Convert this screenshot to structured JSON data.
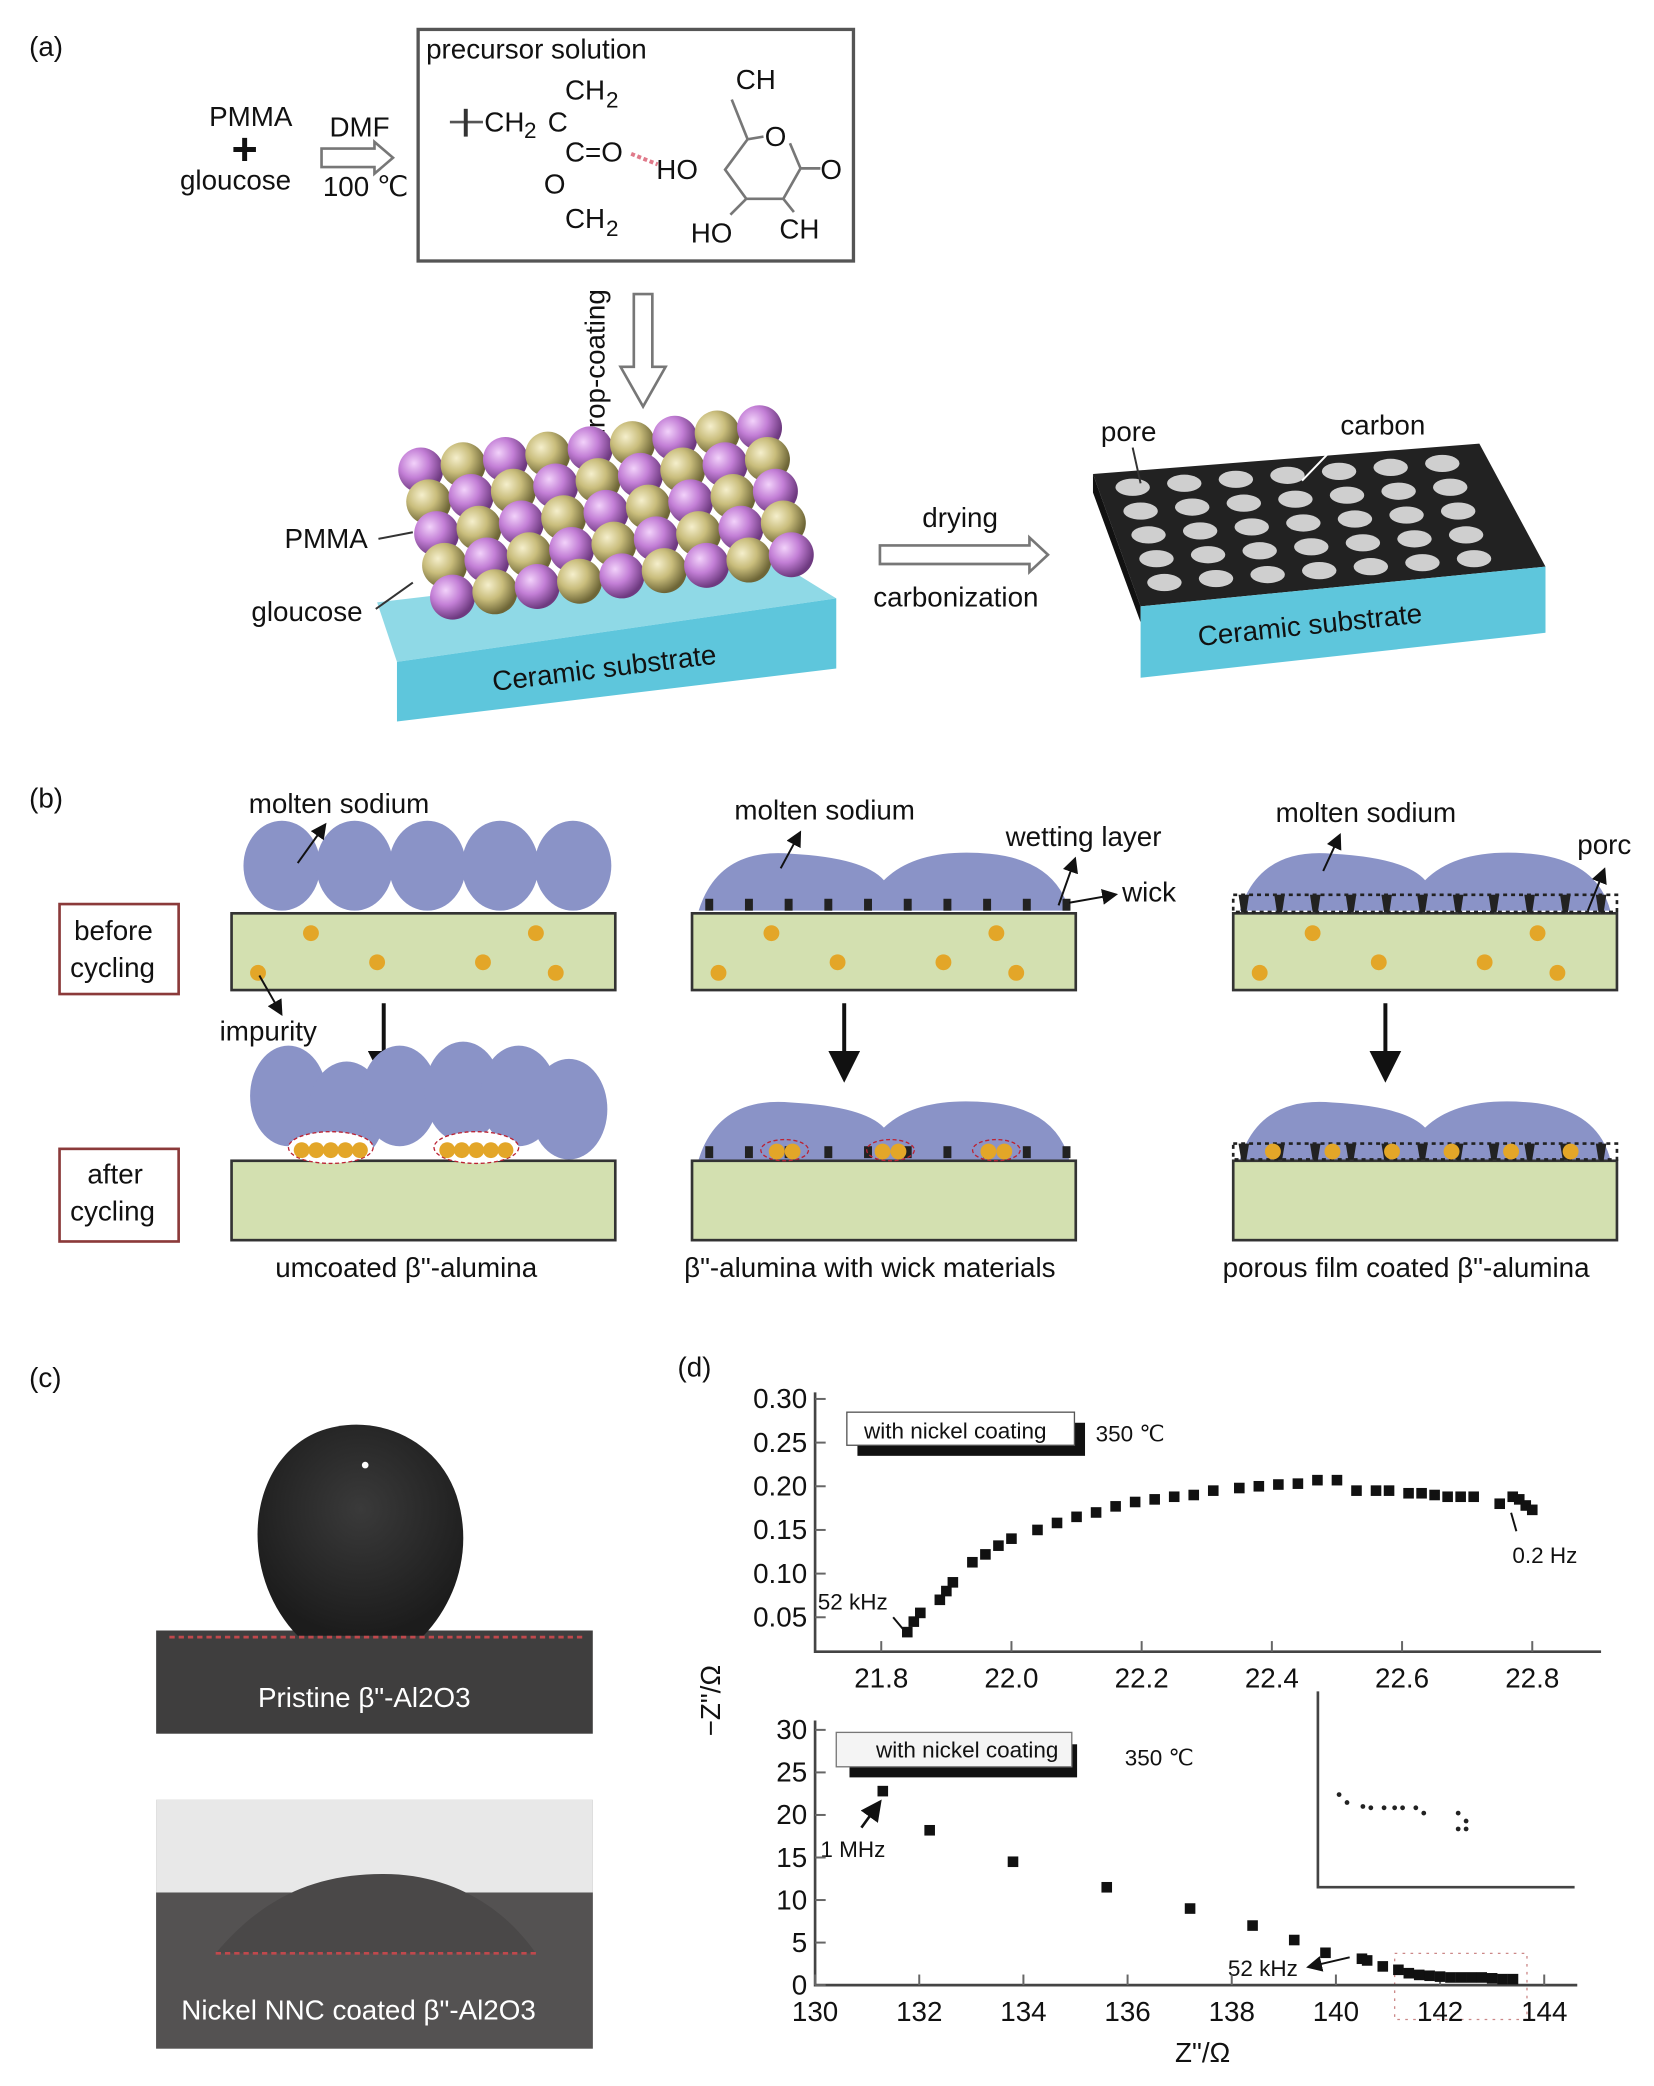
{
  "panel_a": {
    "label": "(a)",
    "reactant1": "PMMA",
    "reactant2": "gloucose",
    "solvent": "DMF",
    "temperature": "100 ℃",
    "box_title": "precursor solution",
    "chem": {
      "ch2_top": "CH",
      "ch2_chain": "CH",
      "c": "C",
      "co": "C=O",
      "o": "O",
      "ch2_bottom": "CH",
      "sub2": "2",
      "ch_top": "CH",
      "ring_o": "O",
      "ho1": "HO",
      "keto_o": "O",
      "ho2": "HO",
      "ch_bottom": "CH"
    },
    "step1": "drop-coating",
    "pmma_label": "PMMA",
    "glucose_label": "gloucose",
    "substrate_left": "Ceramic substrate",
    "step2_top": "drying",
    "step2_bottom": "carbonization",
    "pore_label": "pore",
    "carbon_label": "carbon",
    "substrate_right": "Ceramic substrate",
    "colors": {
      "pmma": "#c37fd6",
      "glucose": "#c9bd7c",
      "substrate": "#5ec6dc",
      "carbon": "#222222",
      "pore": "#cfcfcf"
    }
  },
  "panel_b": {
    "label": "(b)",
    "before": [
      "before",
      "cycling"
    ],
    "after": [
      "after",
      "cycling"
    ],
    "col1": {
      "sodium": "molten sodium",
      "impurity": "impurity",
      "caption": "umcoated β\"-alumina"
    },
    "col2": {
      "sodium": "molten sodium",
      "wetting": "wetting layer",
      "wick": "wick",
      "caption": "β\"-alumina with wick materials"
    },
    "col3": {
      "sodium": "molten sodium",
      "pore": "porc",
      "caption": "porous film coated β\"-alumina"
    },
    "colors": {
      "sodium": "#8a93c7",
      "electrolyte": "#d3e0b0",
      "impurity": "#e3a628",
      "box_border": "#8b3a3a"
    }
  },
  "panel_c": {
    "label": "(c)",
    "top_caption": "Pristine β\"-Al2O3",
    "bottom_caption": "Nickel NNC coated β\"-Al2O3"
  },
  "panel_d": {
    "label": "(d)",
    "ylabel": "−Z\"/Ω",
    "xlabel": "Z\"/Ω"
  },
  "chart_data": [
    {
      "type": "scatter",
      "legend": "with nickel coating",
      "annotation_temp": "350 ℃",
      "annotations": [
        "52 kHz",
        "0.2 Hz"
      ],
      "xlim": [
        21.7,
        22.9
      ],
      "ylim": [
        0,
        0.3
      ],
      "xticks": [
        "21.8",
        "22.0",
        "22.2",
        "22.4",
        "22.6",
        "22.8"
      ],
      "yticks": [
        "0.05",
        "0.10",
        "0.15",
        "0.20",
        "0.25",
        "0.30"
      ],
      "x": [
        21.84,
        21.85,
        21.86,
        21.89,
        21.9,
        21.91,
        21.94,
        21.96,
        21.98,
        22.0,
        22.04,
        22.07,
        22.1,
        22.13,
        22.16,
        22.19,
        22.22,
        22.25,
        22.28,
        22.31,
        22.35,
        22.38,
        22.41,
        22.44,
        22.47,
        22.5,
        22.53,
        22.56,
        22.58,
        22.61,
        22.63,
        22.65,
        22.67,
        22.69,
        22.71,
        22.75,
        22.77,
        22.78,
        22.79,
        22.8
      ],
      "y": [
        0.033,
        0.045,
        0.055,
        0.07,
        0.08,
        0.09,
        0.113,
        0.122,
        0.132,
        0.14,
        0.15,
        0.158,
        0.165,
        0.17,
        0.177,
        0.182,
        0.185,
        0.188,
        0.19,
        0.195,
        0.198,
        0.2,
        0.202,
        0.203,
        0.207,
        0.207,
        0.195,
        0.195,
        0.195,
        0.192,
        0.192,
        0.19,
        0.188,
        0.188,
        0.188,
        0.18,
        0.188,
        0.185,
        0.178,
        0.173
      ]
    },
    {
      "type": "scatter",
      "legend": "with nickel coating",
      "annotation_temp": "350 ℃",
      "annotations": [
        "1 MHz",
        "52 kHz"
      ],
      "xlim": [
        130,
        145
      ],
      "ylim": [
        0,
        30
      ],
      "xticks": [
        "130",
        "132",
        "134",
        "136",
        "138",
        "140",
        "142",
        "144"
      ],
      "yticks": [
        "0",
        "5",
        "10",
        "15",
        "20",
        "25",
        "30"
      ],
      "x": [
        131.3,
        132.2,
        133.8,
        135.6,
        137.2,
        138.4,
        139.2,
        139.8,
        140.5,
        140.6,
        140.9,
        141.2,
        141.4,
        141.6,
        141.8,
        142.0,
        142.2,
        142.4,
        142.6,
        142.8,
        143.0,
        143.2,
        143.4
      ],
      "y": [
        22.8,
        18.2,
        14.5,
        11.5,
        9,
        7,
        5.3,
        3.8,
        3.1,
        2.9,
        2.2,
        1.8,
        1.4,
        1.2,
        1.1,
        1.0,
        0.9,
        0.9,
        0.9,
        0.9,
        0.8,
        0.7,
        0.7
      ]
    }
  ]
}
